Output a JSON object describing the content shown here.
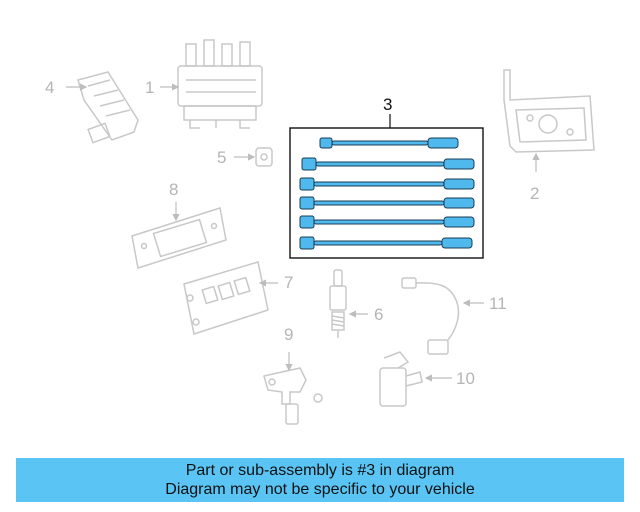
{
  "callouts": {
    "n1": "1",
    "n2": "2",
    "n3": "3",
    "n4": "4",
    "n5": "5",
    "n6": "6",
    "n7": "7",
    "n8": "8",
    "n9": "9",
    "n10": "10",
    "n11": "11"
  },
  "banner": {
    "line1": "Part or sub-assembly is #3 in diagram",
    "line2": "Diagram may not be specific to your vehicle"
  },
  "colors": {
    "highlight": "#5ac5f5",
    "faded_part": "#c8c8c8",
    "wire_fill": "#4fb8ec",
    "banner_bg": "#5ac5f5"
  }
}
